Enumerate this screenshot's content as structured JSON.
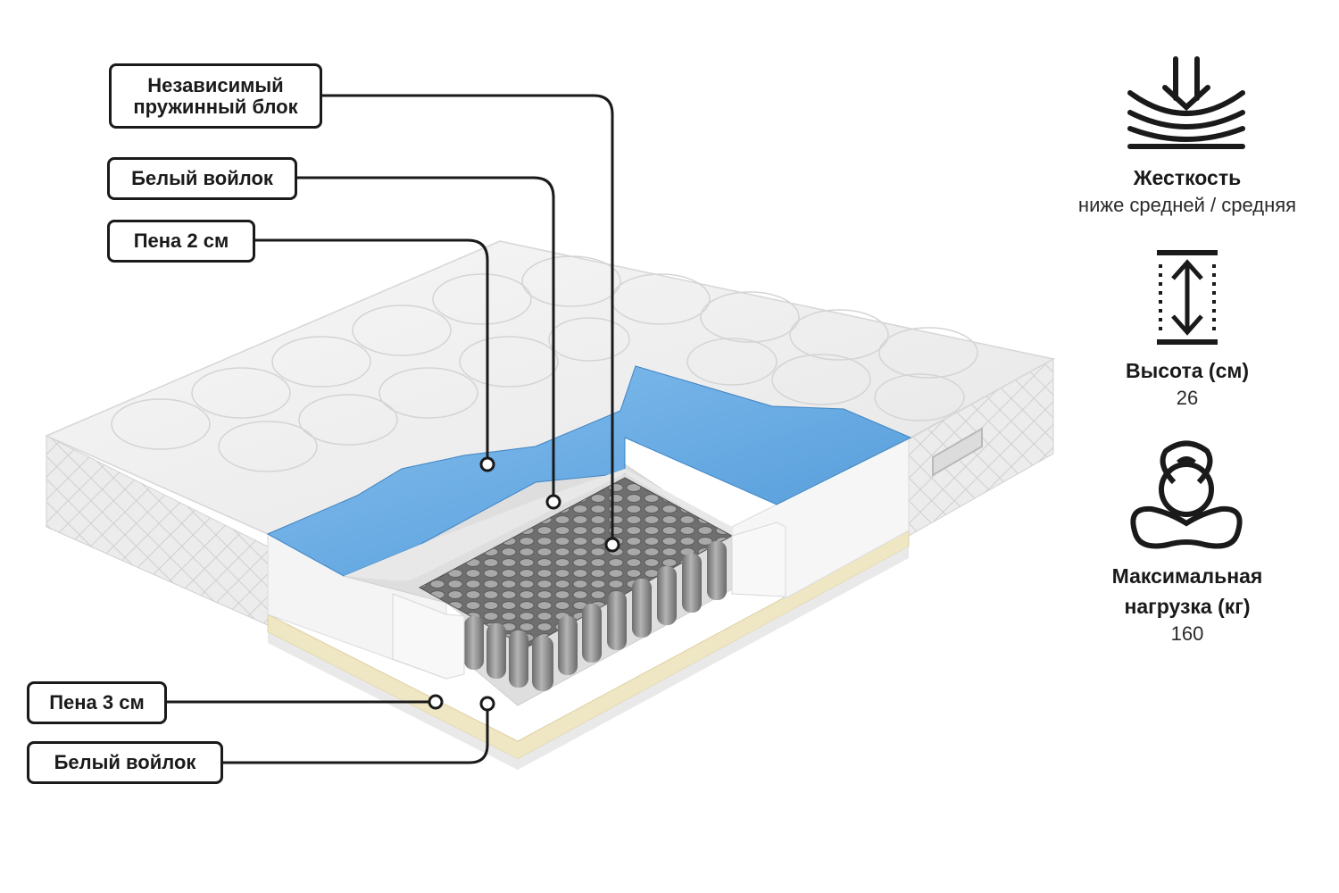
{
  "labels": {
    "spring_block": "Независимый\nпружинный блок",
    "white_felt_top": "Белый войлок",
    "foam_2cm": "Пена 2 см",
    "foam_3cm": "Пена 3 см",
    "white_felt_bottom": "Белый войлок"
  },
  "specs": {
    "firmness": {
      "icon": "firmness-icon",
      "title": "Жесткость",
      "value": "ниже средней / средняя"
    },
    "height": {
      "icon": "height-icon",
      "title": "Высота (см)",
      "value": "26"
    },
    "max_load": {
      "icon": "kettlebell-icon",
      "title": "Максимальная\nнагрузка (кг)",
      "value": "160"
    }
  },
  "colors": {
    "foam_blue": "#6aaee6",
    "spring_gray": "#8a8a8a",
    "latex_cream": "#efe6c4",
    "outline": "#1a1a1a"
  }
}
